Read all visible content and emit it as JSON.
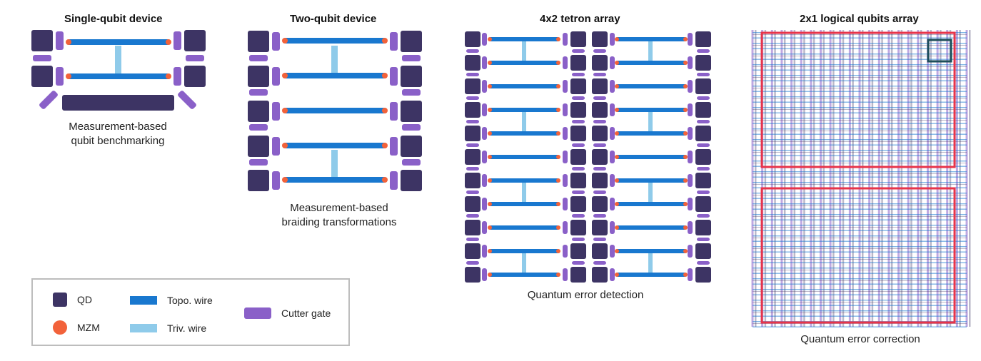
{
  "panels": {
    "single": {
      "title": "Single-qubit device",
      "caption_line1": "Measurement-based",
      "caption_line2": "qubit benchmarking"
    },
    "two": {
      "title": "Two-qubit device",
      "caption_line1": "Measurement-based",
      "caption_line2": "braiding transformations"
    },
    "tetron": {
      "title": "4x2 tetron array",
      "caption_line1": "Quantum error detection"
    },
    "logical": {
      "title": "2x1 logical qubits array",
      "caption_line1": "Quantum error correction"
    }
  },
  "legend": {
    "qd": "QD",
    "mzm": "MZM",
    "topo": "Topo. wire",
    "triv": "Triv. wire",
    "cutter": "Cutter gate"
  },
  "colors": {
    "qd": "#3d3464",
    "cutter": "#8a60c8",
    "topo": "#1978cf",
    "triv": "#8fcbea",
    "mzm": "#f2623a",
    "highlight_red": "#e8344a",
    "highlight_teal": "#1e4f5a"
  }
}
